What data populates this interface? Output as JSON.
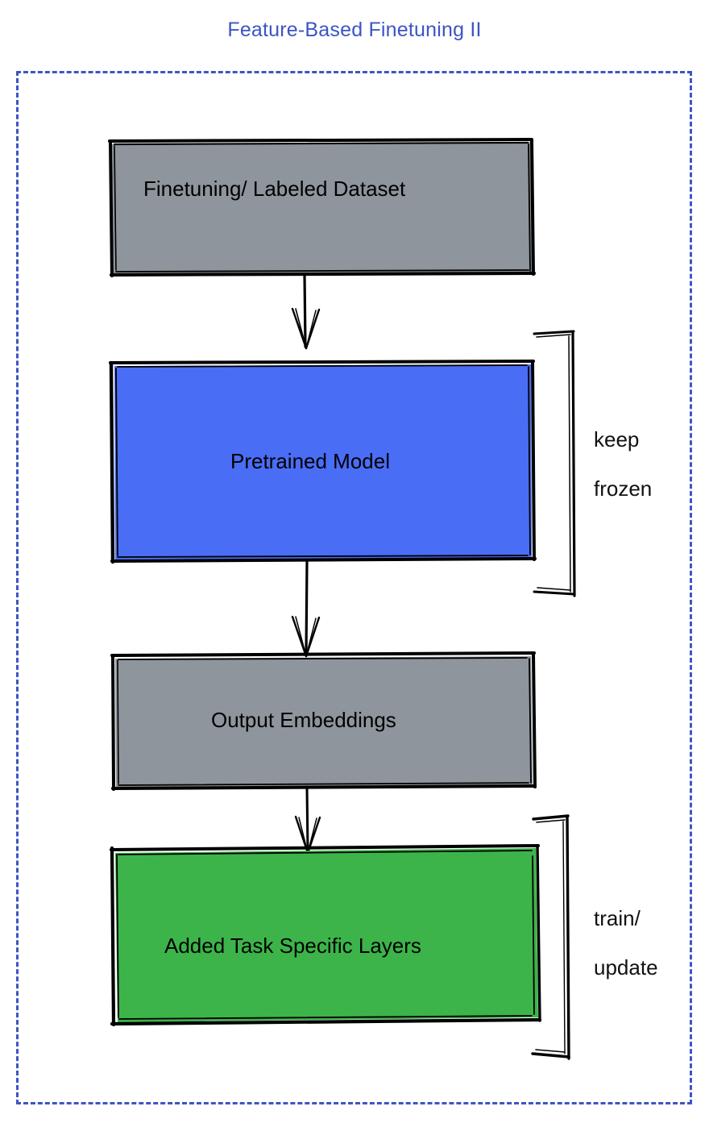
{
  "title": "Feature-Based Finetuning II",
  "colors": {
    "title": "#3b55c4",
    "frame_dashed": "#3f55c0",
    "gray_fill": "#8e959c",
    "blue_fill": "#4a6df5",
    "green_fill": "#3cb44a",
    "stroke": "#000000",
    "background": "#ffffff"
  },
  "frame": {
    "style": "dashed-rectangle",
    "color": "#3f55c0"
  },
  "nodes": [
    {
      "id": "dataset",
      "label": "Finetuning/ Labeled Dataset",
      "fill": "#8e959c",
      "shape": "rectangle"
    },
    {
      "id": "pretrained-model",
      "label": "Pretrained Model",
      "fill": "#4a6df5",
      "shape": "rectangle"
    },
    {
      "id": "output-embeddings",
      "label": "Output Embeddings",
      "fill": "#8e959c",
      "shape": "rectangle"
    },
    {
      "id": "task-layers",
      "label": "Added Task Specific Layers",
      "fill": "#3cb44a",
      "shape": "rectangle"
    }
  ],
  "annotations": [
    {
      "id": "keep-frozen",
      "line1": "keep",
      "line2": "frozen",
      "target": "pretrained-model"
    },
    {
      "id": "train-update",
      "line1": "train/",
      "line2": "update",
      "target": "task-layers"
    }
  ],
  "edges": [
    {
      "from": "dataset",
      "to": "pretrained-model",
      "style": "arrow"
    },
    {
      "from": "pretrained-model",
      "to": "output-embeddings",
      "style": "arrow"
    },
    {
      "from": "output-embeddings",
      "to": "task-layers",
      "style": "arrow"
    }
  ]
}
